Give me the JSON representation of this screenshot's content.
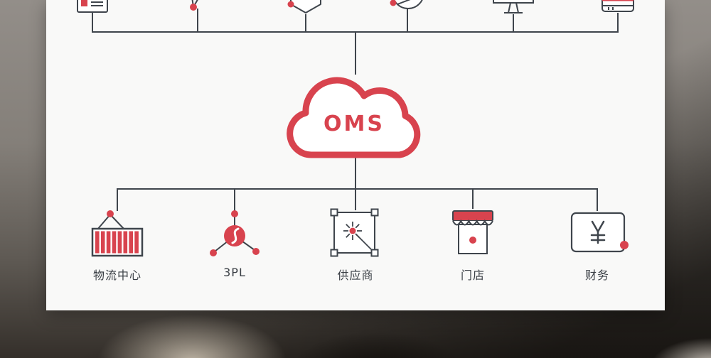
{
  "colors": {
    "accent_red": "#d8434e",
    "outline_dark": "#3f454c",
    "panel_background": "#f9f9f8",
    "label_text": "#3a3f45"
  },
  "cloud": {
    "label": "OMS"
  },
  "top_row": {
    "icons": [
      "invoice-icon",
      "share-nodes-icon",
      "hexagon-icon",
      "globe-network-icon",
      "desk-terminal-icon",
      "printer-icon"
    ]
  },
  "bottom_nodes": [
    {
      "label": "物流中心",
      "icon": "container-icon"
    },
    {
      "label": "3PL",
      "icon": "molecule-icon"
    },
    {
      "label": "供应商",
      "icon": "network-square-icon"
    },
    {
      "label": "门店",
      "icon": "storefront-icon"
    },
    {
      "label": "财务",
      "icon": "finance-card-icon"
    }
  ]
}
